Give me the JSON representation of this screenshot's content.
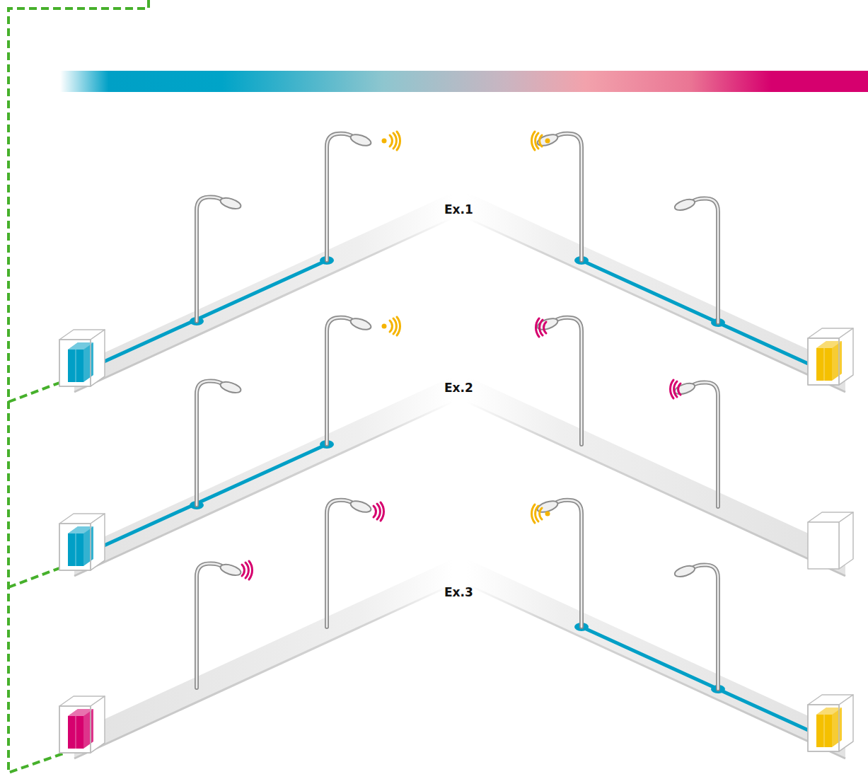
{
  "diagram": {
    "labels": [
      "Ex.1",
      "Ex.2",
      "Ex.3"
    ]
  }
}
